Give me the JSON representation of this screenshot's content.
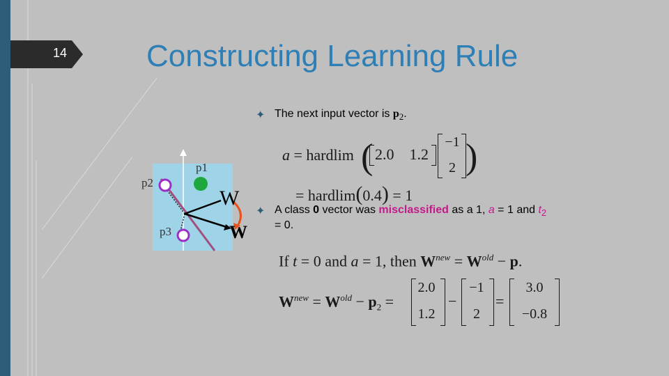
{
  "slide": {
    "number": "14",
    "title": "Constructing Learning Rule"
  },
  "bullets": [
    {
      "text": "The next input vector is ",
      "vec": "p",
      "sub": "2",
      "tail": "."
    },
    {
      "text_a": "A class ",
      "zero": "0",
      "text_b": " vector was ",
      "mis": "misclassified",
      "text_c": " as a 1, ",
      "a_sym": "a",
      "text_d": " = 1 and ",
      "t_sym": "t",
      "t_sub": "2",
      "text_e": " = 0."
    }
  ],
  "eq1": {
    "lhs": "a",
    "eq": "= hardlim",
    "row": [
      "2.0",
      "1.2"
    ],
    "col": [
      "−1",
      "2"
    ],
    "line2": "= hardlim",
    "val": "0.4",
    "res": "= 1"
  },
  "rule": {
    "if": "If ",
    "t": "t",
    "mid": " = 0 and ",
    "a": "a",
    "rest": " = 1, then ",
    "W": "W",
    "new": "new",
    "eq": " = ",
    "W2": "W",
    "old": "old",
    "minus": " − ",
    "p": "p",
    "dot": "."
  },
  "update": {
    "W": "W",
    "new": "new",
    "eq": " = ",
    "W2": "W",
    "old": "old",
    "minus": " − ",
    "p": "p",
    "psub": "2",
    "eq2": " =",
    "m1": [
      "2.0",
      "1.2"
    ],
    "op1": "−",
    "m2": [
      "−1",
      "2"
    ],
    "eq3": "=",
    "m3": [
      "3.0",
      "−0.8"
    ]
  },
  "diagram": {
    "labels": {
      "p1": "p1",
      "p2": "p2",
      "p3": "p3",
      "w_top": "W",
      "w_bottom": "W"
    },
    "colors": {
      "region": "#9fd4e8",
      "boundary": "#a04f7f",
      "class1": "#1ea83c",
      "class0": "#9b2fc6",
      "arrow": "#e8521c",
      "weight": "#000000"
    }
  }
}
